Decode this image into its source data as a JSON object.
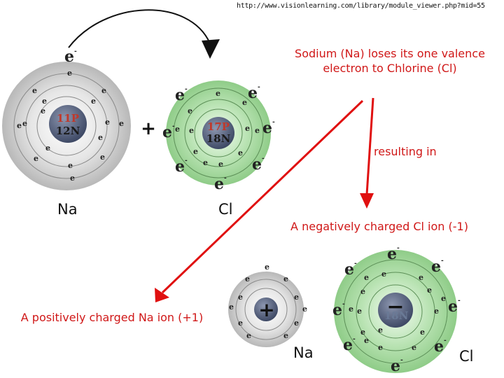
{
  "source_url": "http://www.visionlearning.com/library/module_viewer.php?mid=55",
  "captions": {
    "sodium_loses": "Sodium (Na) loses its one valence electron to Chlorine (Cl)",
    "resulting_in": "resulting in",
    "negative_ion": "A negatively charged Cl ion (-1)",
    "positive_ion": "A positively charged Na ion (+1)"
  },
  "labels": {
    "na_atom": "Na",
    "cl_atom": "Cl",
    "na_ion": "Na",
    "cl_ion": "Cl",
    "plus_sign": "+"
  },
  "nuclei": {
    "na": {
      "protons": "11P",
      "neutrons": "12N"
    },
    "cl": {
      "protons": "17P",
      "neutrons": "18N"
    },
    "na_ion_charge": "+",
    "cl_ion_charge": "−",
    "cl_ion_faded": "18N"
  },
  "electron_symbol": "e",
  "electron_sign": "-",
  "colors": {
    "arrow": "#e01010",
    "caption": "#d01818",
    "na_shell": "#c9c9c9",
    "cl_shell": "#a5d9a0",
    "nucleus": "#5d6a88"
  }
}
